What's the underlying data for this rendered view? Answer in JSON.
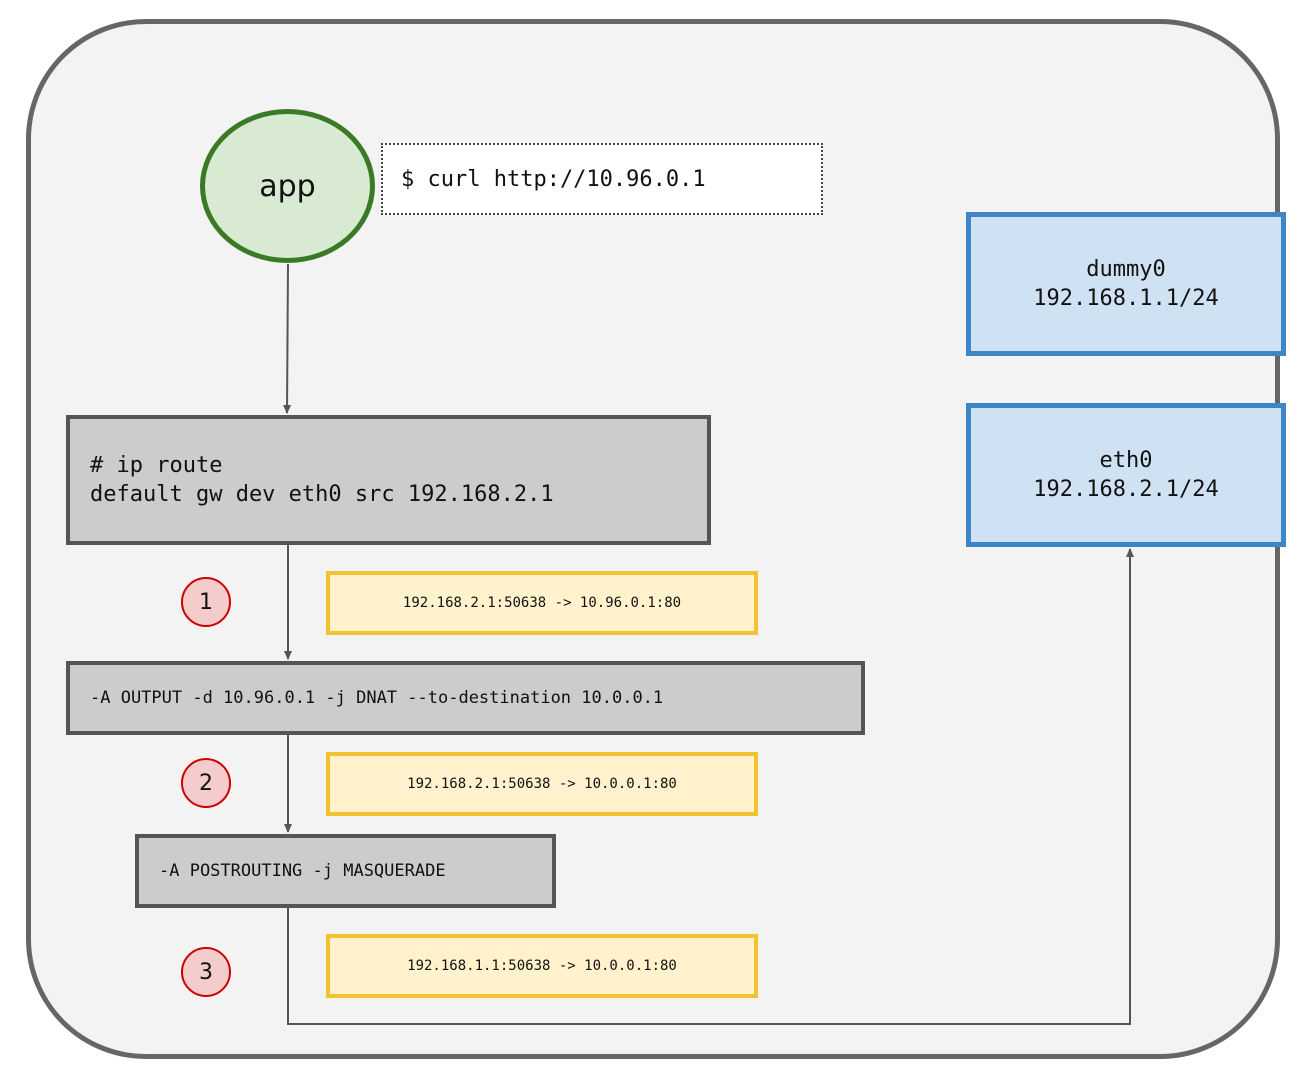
{
  "app": {
    "label": "app"
  },
  "command": {
    "text": "$ curl http://10.96.0.1"
  },
  "route": {
    "line1": "# ip route",
    "line2": "default gw dev eth0 src 192.168.2.1"
  },
  "dnat_rule": {
    "text": "-A OUTPUT -d 10.96.0.1 -j DNAT --to-destination 10.0.0.1"
  },
  "masq_rule": {
    "text": "-A POSTROUTING -j MASQUERADE"
  },
  "interfaces": {
    "dummy0": {
      "name": "dummy0",
      "addr": "192.168.1.1/24"
    },
    "eth0": {
      "name": "eth0",
      "addr": "192.168.2.1/24"
    }
  },
  "steps": [
    {
      "number": "1",
      "packet": "192.168.2.1:50638 -> 10.96.0.1:80"
    },
    {
      "number": "2",
      "packet": "192.168.2.1:50638 -> 10.0.0.1:80"
    },
    {
      "number": "3",
      "packet": "192.168.1.1:50638 -> 10.0.0.1:80"
    }
  ],
  "colors": {
    "frame_border": "#666666",
    "frame_fill": "#f3f3f3",
    "app_border": "#3a7a25",
    "app_fill": "#d9ead3",
    "rule_fill": "#cccccc",
    "iface_border": "#3d85c6",
    "iface_fill": "#cfe2f3",
    "packet_border": "#f1c232",
    "packet_fill": "#fff2cc",
    "step_border": "#cc0000",
    "step_fill": "#f4cccc"
  }
}
